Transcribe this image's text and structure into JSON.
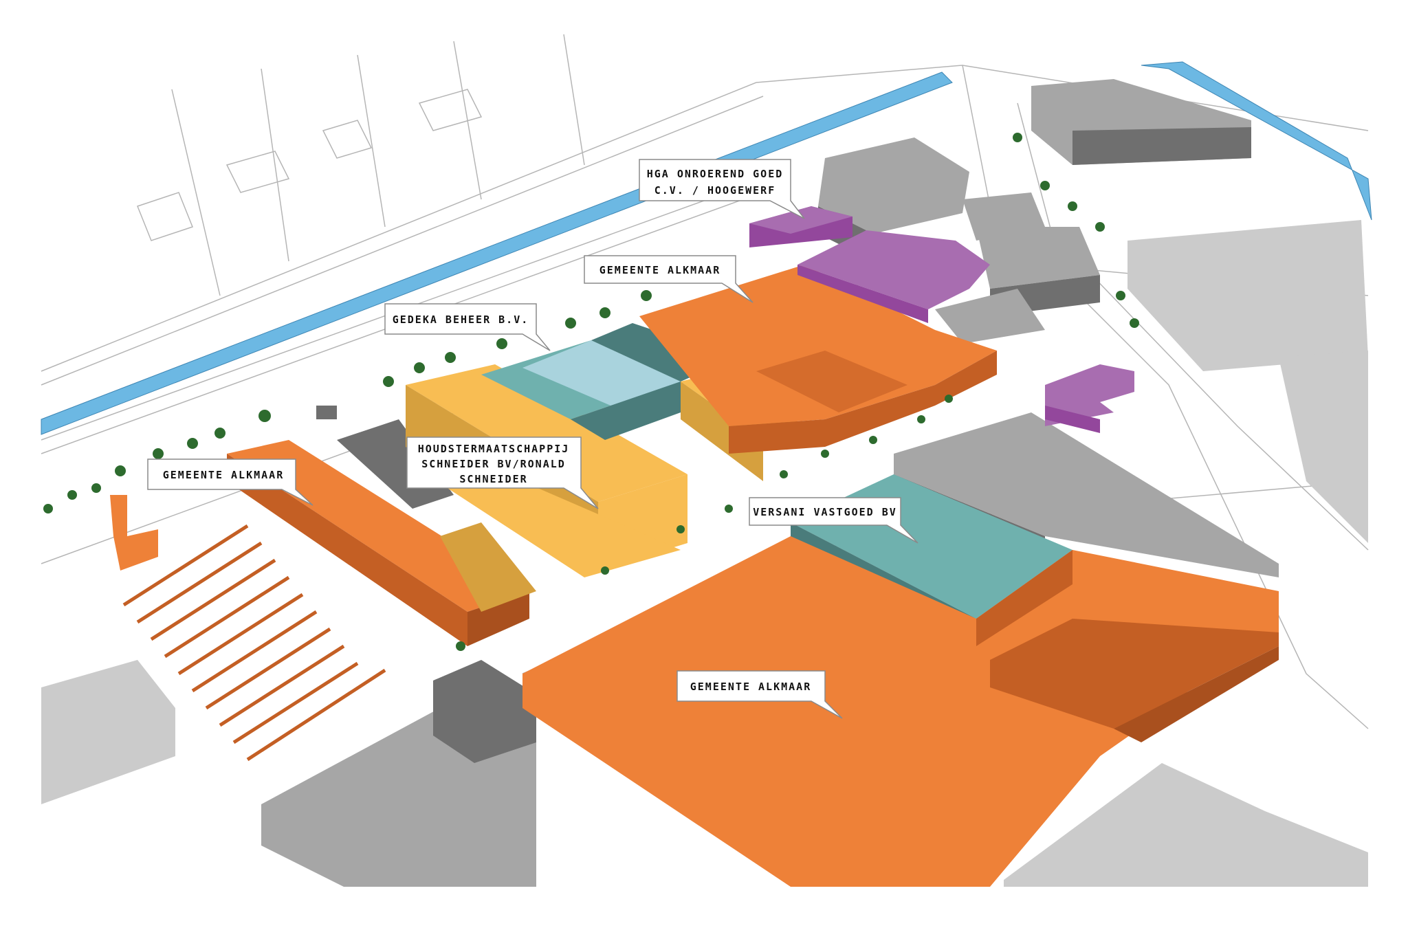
{
  "colors": {
    "municipality_orange": "#ee8138",
    "orange_dark": "#c45f24",
    "orange_shadow": "#a9501e",
    "yellow": "#f8bd53",
    "yellow_dark": "#d6a03e",
    "teal": "#6fb1ae",
    "teal_dark": "#4a7c7b",
    "teal_light": "#a9d3dd",
    "purple": "#93479c",
    "purple_light": "#a86db0",
    "grey": "#a6a6a6",
    "grey_dark": "#6f6f6f",
    "grey_light": "#cbcbcb",
    "water": "#6cb8e3",
    "tree": "#2d6b2e"
  },
  "callouts": [
    {
      "id": "hga",
      "lines": [
        "HGA ONROEREND GOED",
        "C.V. / HOOGEWERF"
      ]
    },
    {
      "id": "alkmaar-north",
      "lines": [
        "GEMEENTE ALKMAAR"
      ]
    },
    {
      "id": "gedeka",
      "lines": [
        "GEDEKA BEHEER B.V."
      ]
    },
    {
      "id": "alkmaar-west",
      "lines": [
        "GEMEENTE ALKMAAR"
      ]
    },
    {
      "id": "schneider",
      "lines": [
        "HOUDSTERMAATSCHAPPIJ",
        "SCHNEIDER BV/RONALD",
        "SCHNEIDER"
      ]
    },
    {
      "id": "versani",
      "lines": [
        "VERSANI VASTGOED BV"
      ]
    },
    {
      "id": "alkmaar-south",
      "lines": [
        "GEMEENTE ALKMAAR"
      ]
    }
  ],
  "icons": {
    "tree": "tree-icon"
  }
}
